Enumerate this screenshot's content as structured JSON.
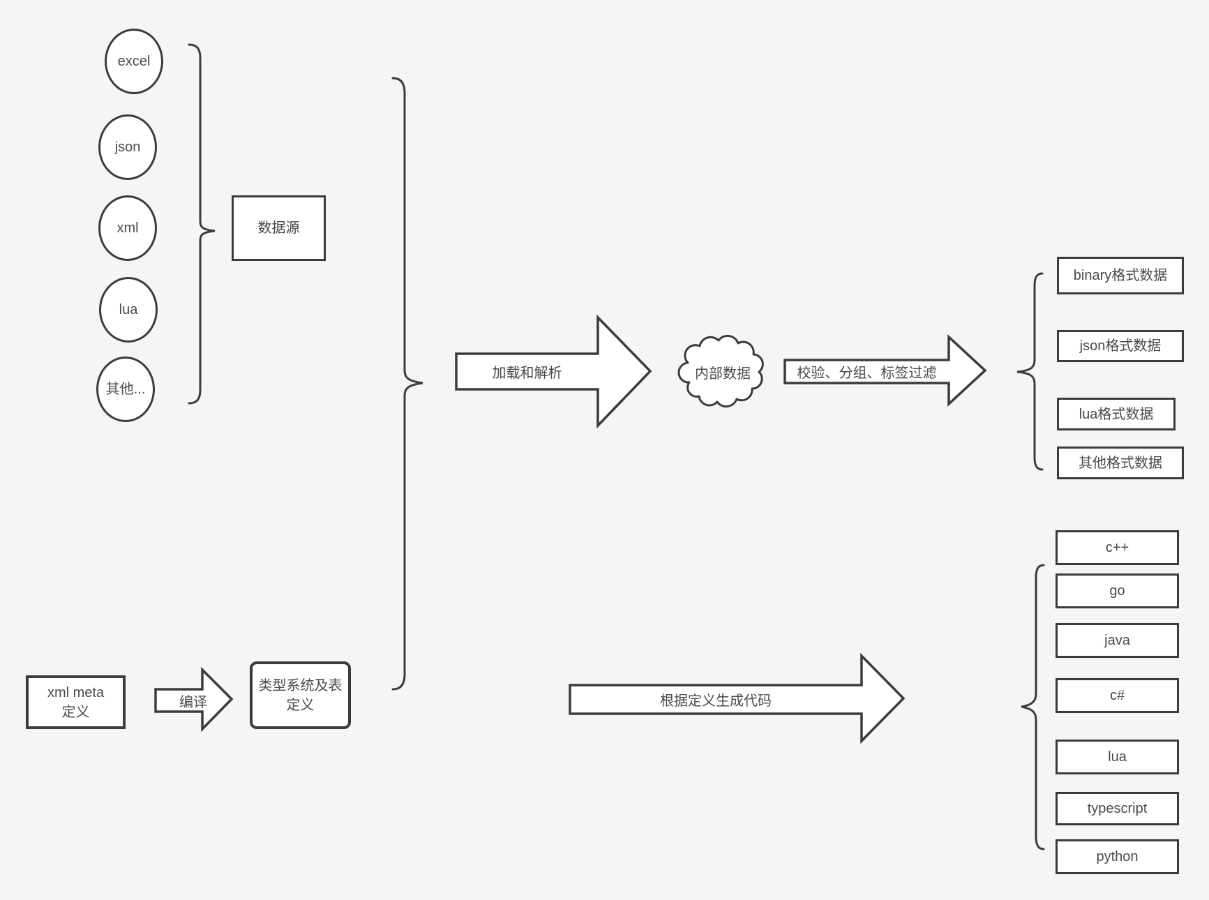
{
  "colors": {
    "background": "#f5f5f6",
    "line": "#3b3b3b",
    "text": "#4a4a4a",
    "shape_fill": "#ffffff"
  },
  "sources": {
    "items": [
      "excel",
      "json",
      "xml",
      "lua",
      "其他..."
    ],
    "group_label": "数据源"
  },
  "pipeline": {
    "load_parse_label": "加载和解析",
    "internal_data_label": "内部数据",
    "filter_label": "校验、分组、标签过滤",
    "generate_code_label": "根据定义生成代码",
    "compile_label": "编译"
  },
  "definitions": {
    "xml_meta_label": "xml meta定义",
    "type_system_label": "类型系统及表定义"
  },
  "outputs": {
    "formats": [
      "binary格式数据",
      "json格式数据",
      "lua格式数据",
      "其他格式数据"
    ],
    "languages": [
      "c++",
      "go",
      "java",
      "c#",
      "lua",
      "typescript",
      "python"
    ]
  }
}
